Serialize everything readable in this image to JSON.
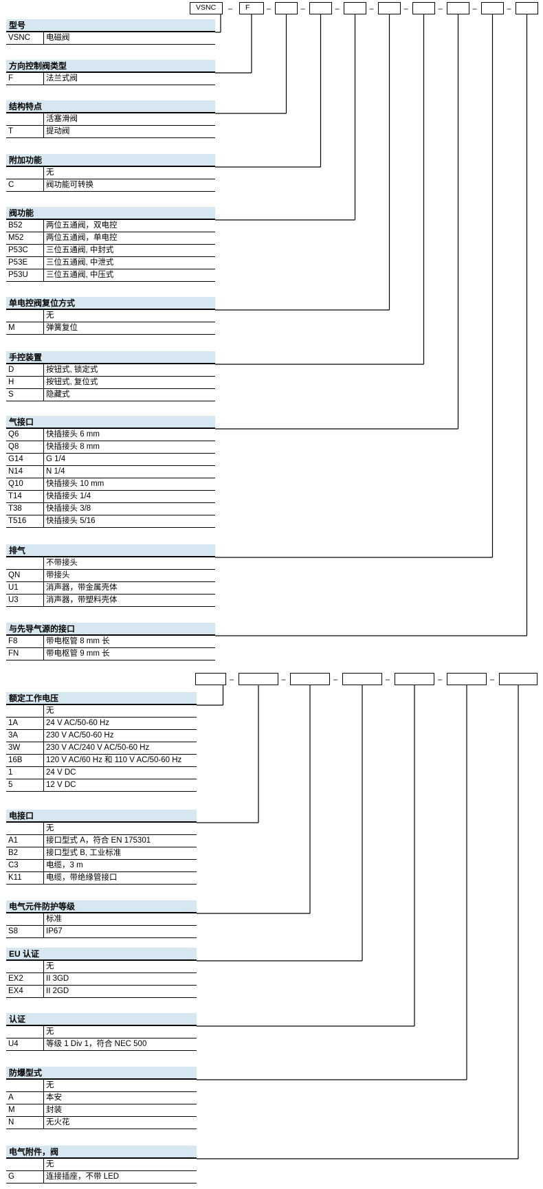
{
  "top_row": {
    "boxes": [
      "VSNC",
      "F",
      "",
      "",
      "",
      "",
      "",
      "",
      "",
      ""
    ],
    "separator": "–"
  },
  "bottom_row": {
    "boxes": [
      "",
      "",
      "",
      "",
      "",
      "",
      ""
    ],
    "separator": "–"
  },
  "groups": [
    {
      "id": "model",
      "title": "型号",
      "rows": [
        {
          "code": "VSNC",
          "desc": "电磁阀"
        }
      ]
    },
    {
      "id": "dcv-type",
      "title": "方向控制阀类型",
      "rows": [
        {
          "code": "F",
          "desc": "法兰式阀"
        }
      ]
    },
    {
      "id": "structure",
      "title": "结构特点",
      "rows": [
        {
          "code": "",
          "desc": "活塞滑阀"
        },
        {
          "code": "T",
          "desc": "提动阀"
        }
      ]
    },
    {
      "id": "additional",
      "title": "附加功能",
      "rows": [
        {
          "code": "",
          "desc": "无"
        },
        {
          "code": "C",
          "desc": "阀功能可转换"
        }
      ]
    },
    {
      "id": "valve-function",
      "title": "阀功能",
      "rows": [
        {
          "code": "B52",
          "desc": "两位五通阀，双电控"
        },
        {
          "code": "M52",
          "desc": "两位五通阀，单电控"
        },
        {
          "code": "P53C",
          "desc": "三位五通阀, 中封式"
        },
        {
          "code": "P53E",
          "desc": "三位五通阀, 中泄式"
        },
        {
          "code": "P53U",
          "desc": "三位五通阀, 中压式"
        }
      ]
    },
    {
      "id": "reset",
      "title": "单电控阀复位方式",
      "rows": [
        {
          "code": "",
          "desc": "无"
        },
        {
          "code": "M",
          "desc": "弹簧复位"
        }
      ]
    },
    {
      "id": "manual",
      "title": "手控装置",
      "rows": [
        {
          "code": "D",
          "desc": "按钮式, 锁定式"
        },
        {
          "code": "H",
          "desc": "按钮式, 复位式"
        },
        {
          "code": "S",
          "desc": "隐藏式"
        }
      ]
    },
    {
      "id": "pneumatic-port",
      "title": "气接口",
      "rows": [
        {
          "code": "Q6",
          "desc": "快插接头 6 mm"
        },
        {
          "code": "Q8",
          "desc": "快插接头 8 mm"
        },
        {
          "code": "G14",
          "desc": "G 1/4"
        },
        {
          "code": "N14",
          "desc": "N 1/4"
        },
        {
          "code": "Q10",
          "desc": "快插接头 10 mm"
        },
        {
          "code": "T14",
          "desc": "快插接头 1/4"
        },
        {
          "code": "T38",
          "desc": "快插接头 3/8"
        },
        {
          "code": "T516",
          "desc": "快插接头 5/16"
        }
      ]
    },
    {
      "id": "exhaust",
      "title": "排气",
      "rows": [
        {
          "code": "",
          "desc": "不带接头"
        },
        {
          "code": "QN",
          "desc": "带接头"
        },
        {
          "code": "U1",
          "desc": "消声器，带金属壳体"
        },
        {
          "code": "U3",
          "desc": "消声器，带塑料壳体"
        }
      ]
    },
    {
      "id": "pilot-port",
      "title": "与先导气源的接口",
      "rows": [
        {
          "code": "F8",
          "desc": "带电枢管 8 mm 长"
        },
        {
          "code": "FN",
          "desc": "带电枢管 9 mm 长"
        }
      ]
    },
    {
      "id": "voltage",
      "title": "额定工作电压",
      "rows": [
        {
          "code": "",
          "desc": "无"
        },
        {
          "code": "1A",
          "desc": "24 V AC/50-60 Hz"
        },
        {
          "code": "3A",
          "desc": "230 V AC/50-60 Hz"
        },
        {
          "code": "3W",
          "desc": "230 V AC/240 V AC/50-60 Hz"
        },
        {
          "code": "16B",
          "desc": "120 V AC/60 Hz 和 110 V AC/50-60 Hz"
        },
        {
          "code": "1",
          "desc": "24 V DC"
        },
        {
          "code": "5",
          "desc": "12 V DC"
        }
      ]
    },
    {
      "id": "electrical-connection",
      "title": "电接口",
      "rows": [
        {
          "code": "",
          "desc": "无"
        },
        {
          "code": "A1",
          "desc": "接口型式 A，符合 EN 175301"
        },
        {
          "code": "B2",
          "desc": "接口型式 B, 工业标准"
        },
        {
          "code": "C3",
          "desc": "电缆，3 m"
        },
        {
          "code": "K11",
          "desc": "电缆，带绝缘管接口"
        }
      ]
    },
    {
      "id": "protection",
      "title": "电气元件防护等级",
      "rows": [
        {
          "code": "",
          "desc": "标准"
        },
        {
          "code": "S8",
          "desc": "IP67"
        }
      ]
    },
    {
      "id": "eu-cert",
      "title": "EU 认证",
      "rows": [
        {
          "code": "",
          "desc": "无"
        },
        {
          "code": "EX2",
          "desc": "II 3GD"
        },
        {
          "code": "EX4",
          "desc": "II 2GD"
        }
      ]
    },
    {
      "id": "cert",
      "title": "认证",
      "rows": [
        {
          "code": "",
          "desc": "无"
        },
        {
          "code": "U4",
          "desc": "等级 1 Div 1，符合 NEC 500"
        }
      ]
    },
    {
      "id": "explosion",
      "title": "防爆型式",
      "rows": [
        {
          "code": "",
          "desc": "无"
        },
        {
          "code": "A",
          "desc": "本安"
        },
        {
          "code": "M",
          "desc": "封装"
        },
        {
          "code": "N",
          "desc": "无火花"
        }
      ]
    },
    {
      "id": "accessories",
      "title": "电气附件，阀",
      "rows": [
        {
          "code": "",
          "desc": "无"
        },
        {
          "code": "G",
          "desc": "连接插座，不带 LED"
        }
      ]
    }
  ]
}
